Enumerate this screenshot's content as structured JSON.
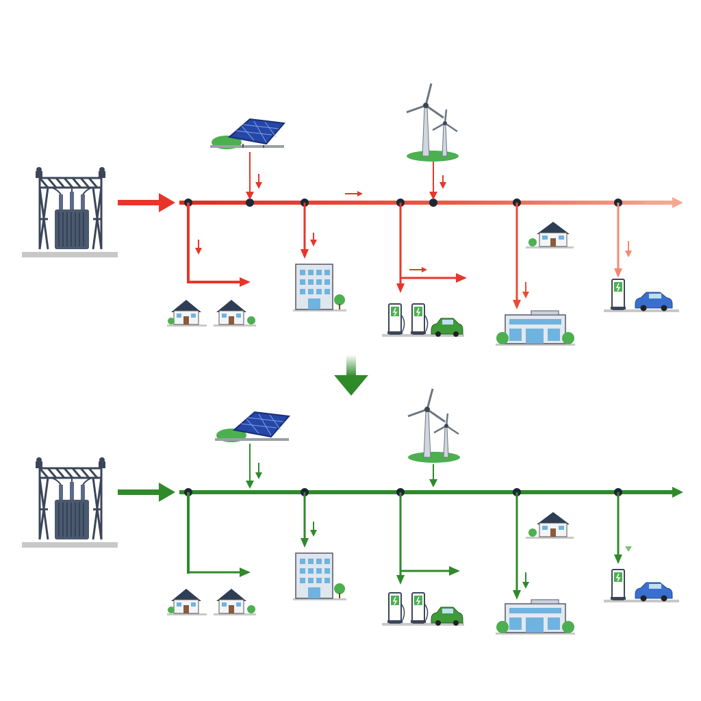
{
  "diagram": {
    "panels": [
      {
        "id": "before",
        "state": "congested",
        "bus_color": "#e8352a",
        "bus_color_end": "#f5a08e",
        "arrow_color": "#e8352a",
        "icons": [
          "substation-icon",
          "solar-panel-icon",
          "wind-turbine-icon",
          "house-icon",
          "office-building-icon",
          "ev-charger-icon",
          "car-icon",
          "commercial-building-icon"
        ]
      },
      {
        "id": "after",
        "state": "balanced",
        "bus_color": "#2f8a2a",
        "bus_color_end": "#2f8a2a",
        "arrow_color": "#2f8a2a",
        "icons": [
          "substation-icon",
          "solar-panel-icon",
          "wind-turbine-icon",
          "house-icon",
          "office-building-icon",
          "ev-charger-icon",
          "car-icon",
          "commercial-building-icon"
        ]
      }
    ],
    "transition_arrow_color": "#2f8a2a",
    "colors": {
      "steel": "#3b4658",
      "transformer": "#4a5a70",
      "solar": "#2447a8",
      "grass": "#4caf50",
      "house_roof": "#2e3e55",
      "building": "#9fc7e6",
      "car_blue": "#3a6fd0",
      "car_green": "#3f9b3a",
      "node": "#1e2633",
      "ground": "#c8c8c8"
    }
  }
}
